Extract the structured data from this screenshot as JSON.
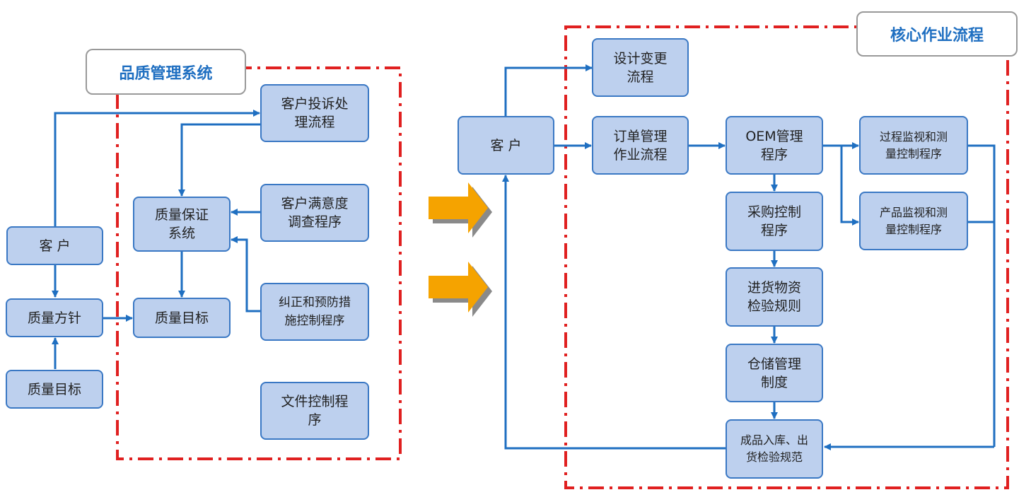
{
  "quality_system": {
    "title": "品质管理系统",
    "nodes": {
      "customer": "客 户",
      "quality_policy": "质量方针",
      "quality_objective_input": "质量目标",
      "complaint_process": "客户投诉处\n理流程",
      "qa_system": "质量保证\n系统",
      "satisfaction_survey": "客户满意度\n调查程序",
      "quality_objective": "质量目标",
      "corrective_action": "纠正和预防措\n施控制程序",
      "document_control": "文件控制程\n序"
    }
  },
  "core_process": {
    "title": "核心作业流程",
    "nodes": {
      "customer": "客 户",
      "design_change": "设计变更\n流程",
      "order_management": "订单管理\n作业流程",
      "oem_management": "OEM管理\n程序",
      "process_monitoring": "过程监视和测\n量控制程序",
      "product_monitoring": "产品监视和测\n量控制程序",
      "procurement_control": "采购控制\n程序",
      "incoming_inspection": "进货物资\n检验规则",
      "warehouse_management": "仓储管理\n制度",
      "finished_goods_inspection": "成品入库、出\n货检验规范"
    }
  },
  "colors": {
    "box_fill": "#bdd0ee",
    "box_border": "#3a78c4",
    "connector": "#1f6fc1",
    "dash_border": "#e02020",
    "title_text": "#1f6fc1",
    "big_arrow": "#f5a300",
    "big_arrow_shadow": "#8a8a8a"
  }
}
